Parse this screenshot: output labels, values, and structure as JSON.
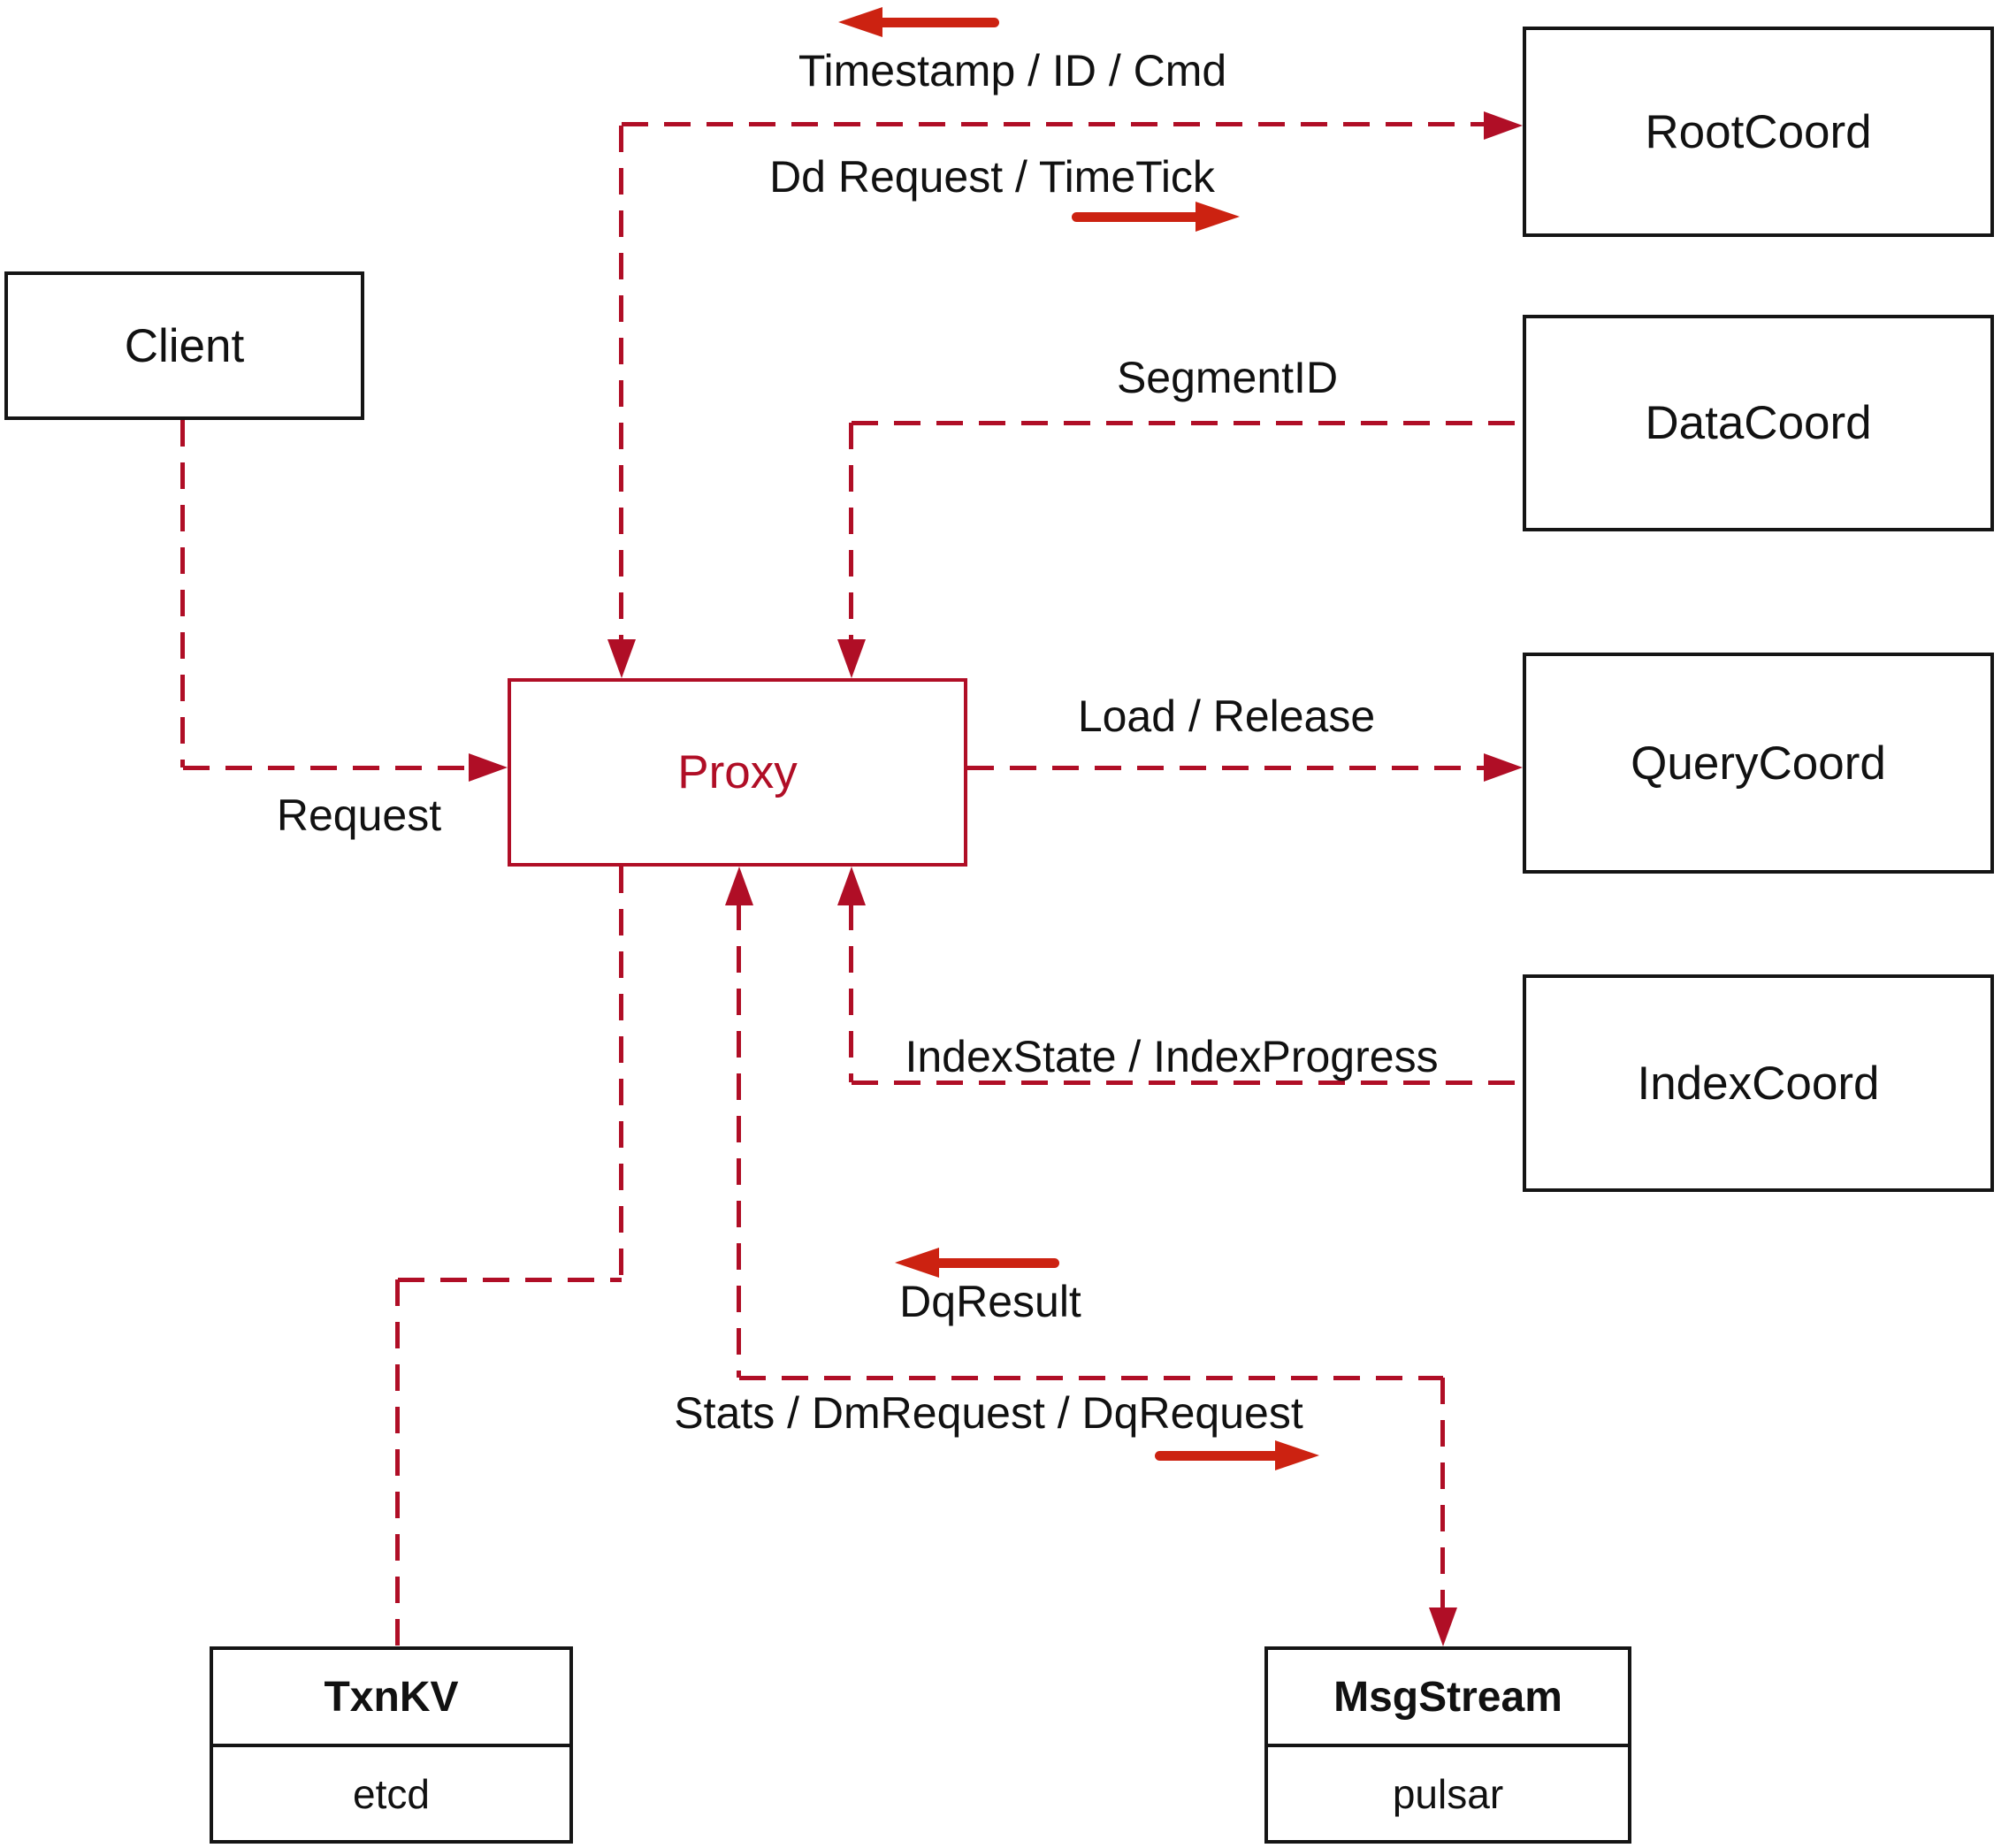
{
  "diagram": {
    "colors": {
      "line_red": "#b00e26",
      "arrow_red": "#cc2211",
      "box_border": "#151515",
      "text_color": "#111111",
      "bg": "#ffffff"
    },
    "nodes": {
      "client": {
        "label": "Client"
      },
      "rootcoord": {
        "label": "RootCoord"
      },
      "datacoord": {
        "label": "DataCoord"
      },
      "querycoord": {
        "label": "QueryCoord"
      },
      "indexcoord": {
        "label": "IndexCoord"
      },
      "proxy": {
        "label": "Proxy"
      },
      "txnkv": {
        "title": "TxnKV",
        "impl": "etcd"
      },
      "msgstream": {
        "title": "MsgStream",
        "impl": "pulsar"
      }
    },
    "edge_labels": {
      "timestamp_id_cmd": "Timestamp / ID / Cmd",
      "dd_request_timetick": "Dd Request / TimeTick",
      "segment_id": "SegmentID",
      "request": "Request",
      "load_release": "Load / Release",
      "index_state_progress": "IndexState / IndexProgress",
      "dq_result": "DqResult",
      "stats_dm_dq": "Stats / DmRequest / DqRequest"
    }
  }
}
